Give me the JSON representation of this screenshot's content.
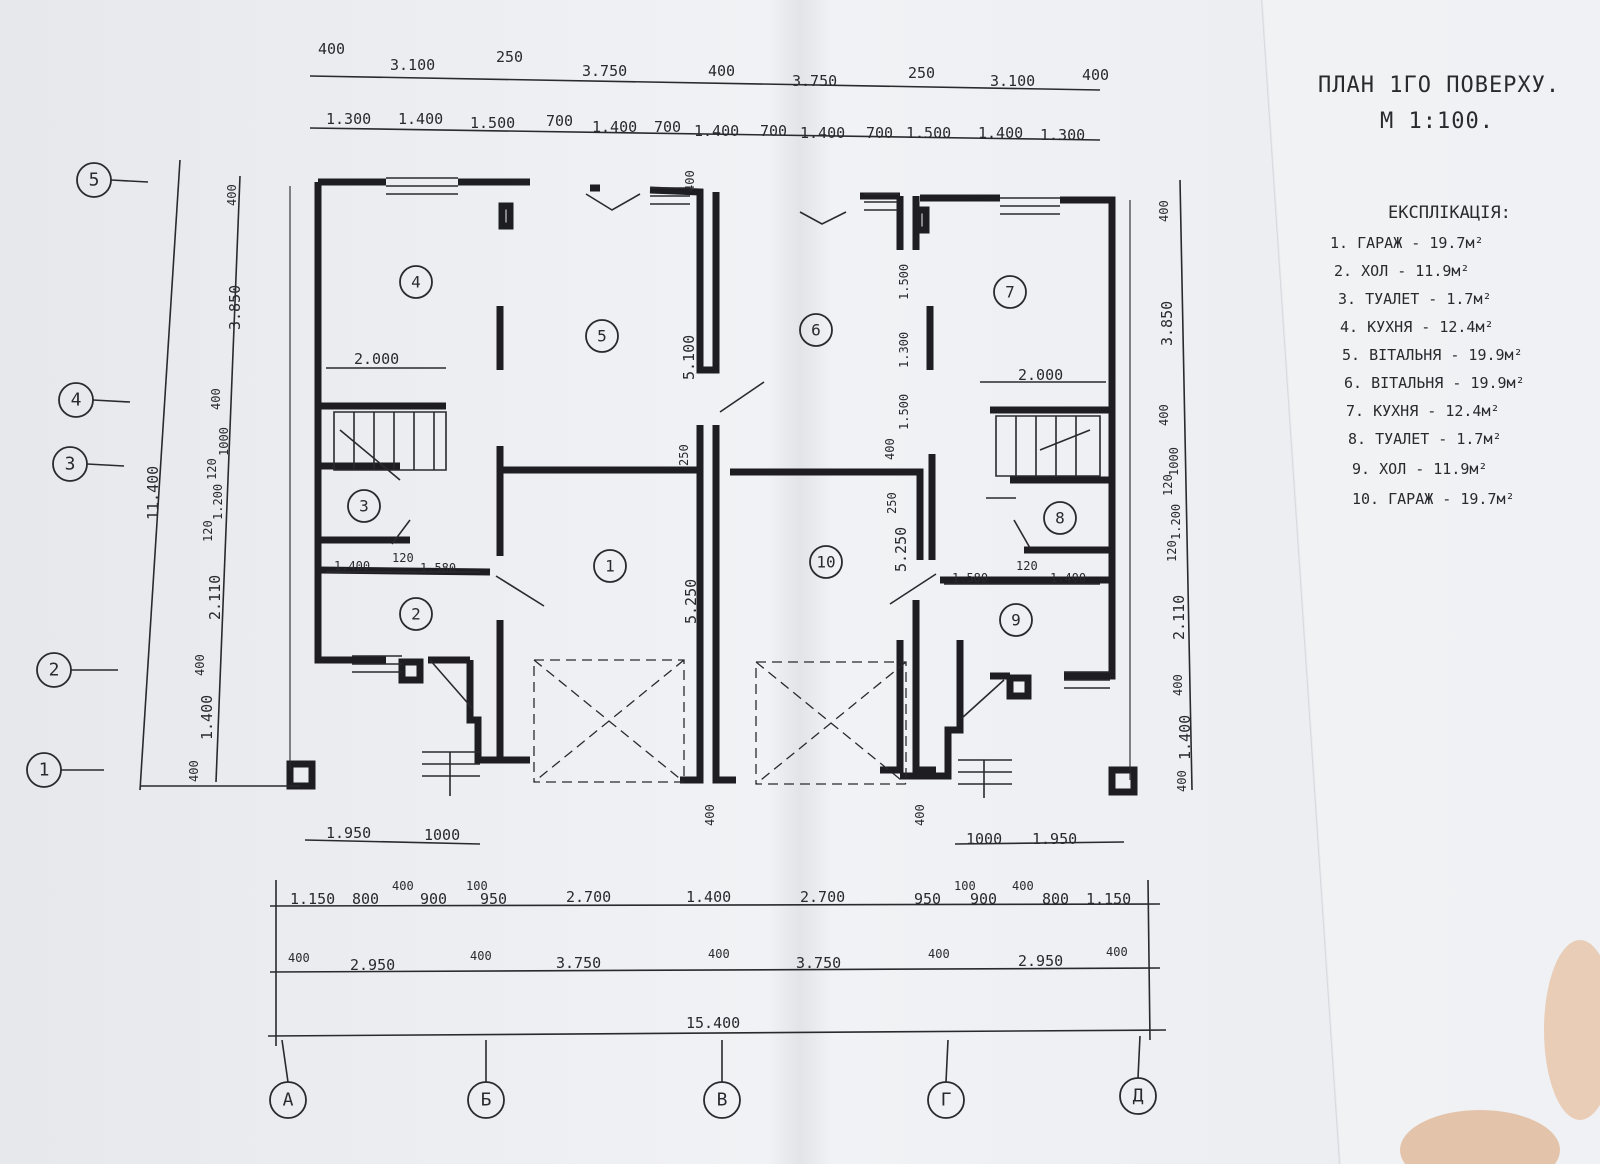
{
  "title": {
    "line1": "ПЛАН 1ГО ПОВЕРХУ.",
    "line2": "М 1:100."
  },
  "legend": {
    "heading": "ЕКСПЛІКАЦІЯ:",
    "items": [
      "1. ГАРАЖ - 19.7м²",
      "2. ХОЛ - 11.9м²",
      "3. ТУАЛЕТ - 1.7м²",
      "4. КУХНЯ - 12.4м²",
      "5. ВІТАЛЬНЯ - 19.9м²",
      "6. ВІТАЛЬНЯ - 19.9м²",
      "7. КУХНЯ - 12.4м²",
      "8. ТУАЛЕТ - 1.7м²",
      "9. ХОЛ - 11.9м²",
      "10. ГАРАЖ - 19.7м²"
    ]
  },
  "rooms": [
    "1",
    "2",
    "3",
    "4",
    "5",
    "6",
    "7",
    "8",
    "9",
    "10"
  ],
  "axes": {
    "vertical": [
      "1",
      "2",
      "3",
      "4",
      "5"
    ],
    "horizontal": [
      "А",
      "Б",
      "В",
      "Г",
      "Д"
    ]
  },
  "dims": {
    "top_row1": [
      "400",
      "3.100",
      "250",
      "3.750",
      "400",
      "3.750",
      "250",
      "3.100",
      "400"
    ],
    "top_row2": [
      "1.300",
      "1.400",
      "1.500",
      "700",
      "1.400",
      "700",
      "1.400",
      "700",
      "1.400",
      "700",
      "1.500",
      "1.400",
      "1.300"
    ],
    "bottom_row1": [
      "1.150",
      "800",
      "400",
      "900",
      "100",
      "950",
      "2.700",
      "1.400",
      "2.700",
      "950",
      "100",
      "900",
      "400",
      "800",
      "1.150"
    ],
    "bottom_row2": [
      "400",
      "2.950",
      "400",
      "3.750",
      "400",
      "3.750",
      "400",
      "2.950",
      "400"
    ],
    "bottom_total": "15.400",
    "left_total": "11.400",
    "left_chain": [
      "400",
      "3.850",
      "400",
      "1000",
      "120",
      "1.200",
      "120",
      "2.110",
      "400",
      "1.400",
      "400"
    ],
    "right_chain": [
      "400",
      "3.850",
      "400",
      "1000",
      "120",
      "1.200",
      "120",
      "2.110",
      "400",
      "1.400",
      "400"
    ],
    "inner_left": [
      "2.000",
      "1.400",
      "120",
      "1.580",
      "1.950",
      "1000"
    ],
    "inner_right": [
      "2.000",
      "1.580",
      "120",
      "1.400",
      "1000",
      "1.950"
    ],
    "inner_vertical": [
      "5.100",
      "250",
      "5.250",
      "400",
      "400",
      "1.500",
      "1.300",
      "1.500",
      "400",
      "250",
      "5.250",
      "400"
    ]
  },
  "colors": {
    "paper": "#eef0f3",
    "ink": "#1d1d22"
  }
}
